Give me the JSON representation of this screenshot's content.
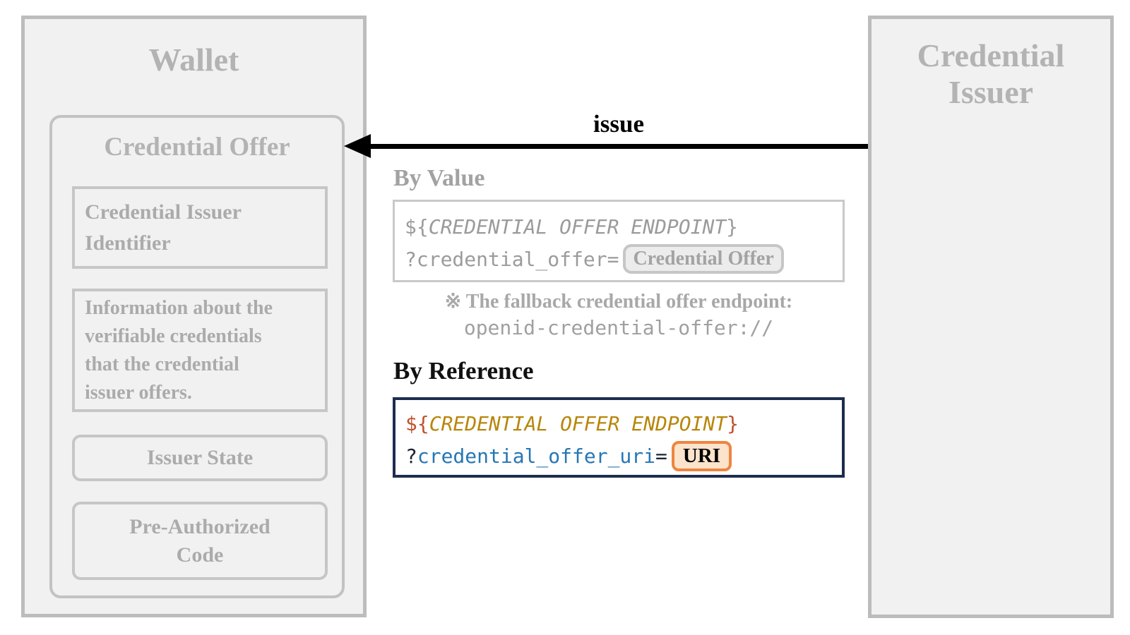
{
  "diagram": {
    "wallet": {
      "title": "Wallet",
      "credential_offer": {
        "title": "Credential Offer",
        "credential_issuer_identifier": "Credential Issuer\nIdentifier",
        "credentials_info": "Information about the\nverifiable credentials\nthat the credential\nissuer offers.",
        "issuer_state": "Issuer State",
        "pre_authorized_code": "Pre-Authorized\nCode"
      }
    },
    "credential_issuer": {
      "title": "Credential\nIssuer"
    },
    "issue_arrow": {
      "label": "issue",
      "direction": "right-to-left"
    },
    "by_value": {
      "heading": "By Value",
      "code_line1": {
        "open": "${",
        "variable": "CREDENTIAL OFFER ENDPOINT",
        "close": "}"
      },
      "code_line2": {
        "query": "?credential_offer=",
        "chip": "Credential Offer"
      },
      "note_line1": "※ The fallback credential offer endpoint:",
      "note_line2": "openid-credential-offer://"
    },
    "by_reference": {
      "heading": "By Reference",
      "code_line1": {
        "open": "${",
        "variable": "CREDENTIAL OFFER ENDPOINT",
        "close": "}"
      },
      "code_line2": {
        "query": "?",
        "param": "credential_offer_uri",
        "equals": "=",
        "chip": "URI"
      }
    },
    "colors": {
      "box_fill": "#f1f1f1",
      "box_border": "#bcbcbc",
      "muted_text": "#ababab",
      "code_gray": "#9b9b9b",
      "navy_border": "#1d2d4f",
      "rust": "#c0512b",
      "gold": "#b8860b",
      "blue": "#2577b5",
      "orange_chip_border": "#ee8540",
      "orange_chip_fill": "#fbe3cc",
      "arrow_black": "#000000"
    }
  }
}
